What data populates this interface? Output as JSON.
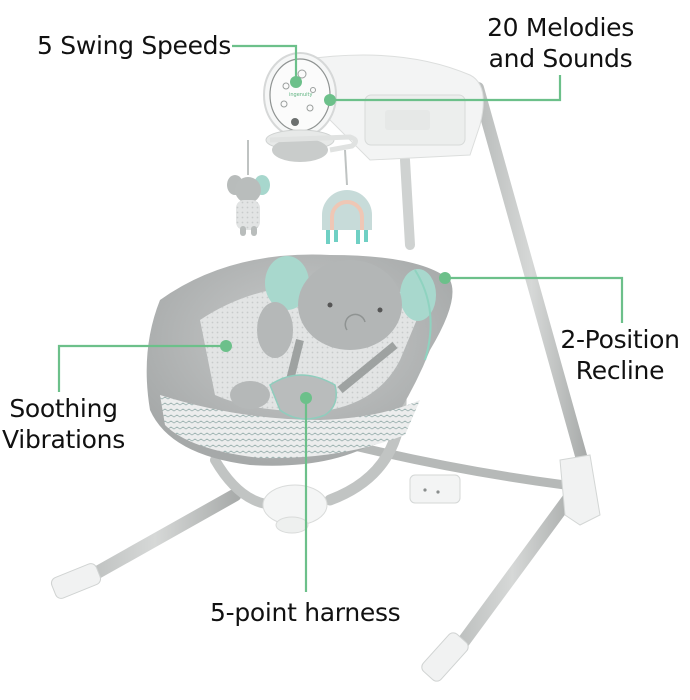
{
  "image": {
    "subject": "baby swing product feature callout",
    "background": "#ffffff",
    "accent_color": "#6cc08a",
    "brand_mark": "ingenuity"
  },
  "callouts": [
    {
      "id": "swing-speeds",
      "lines": [
        "5 Swing Speeds"
      ]
    },
    {
      "id": "melodies",
      "lines": [
        "20 Melodies",
        "and Sounds"
      ]
    },
    {
      "id": "recline",
      "lines": [
        "2-Position",
        "Recline"
      ]
    },
    {
      "id": "vibrations",
      "lines": [
        "Soothing",
        "Vibrations"
      ]
    },
    {
      "id": "harness",
      "lines": [
        "5-point harness"
      ]
    }
  ],
  "product_parts": {
    "control_panel": "control-dial",
    "toys": [
      "plush-elephant-toy",
      "rainbow-toy"
    ],
    "seat": "elephant-seat",
    "frame": "swing-frame"
  }
}
